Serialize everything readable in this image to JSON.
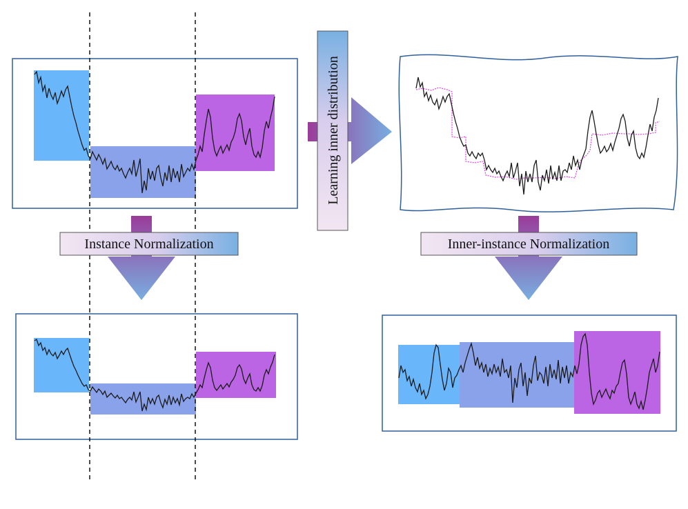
{
  "labels": {
    "instance_norm": "Instance Normalization",
    "learning_inner": "Learning inner distribution",
    "inner_instance_norm": "Inner-instance Normalization"
  },
  "colors": {
    "seg_blue": "#6ab6fb",
    "seg_periwinkle": "#8aa2ea",
    "seg_purple": "#bb64e4",
    "frame": "#2f5f9a",
    "signal": "#1a1a1a",
    "dist_line": "#e040e0",
    "arrow_start": "#9a3c9a",
    "arrow_end": "#78aee0",
    "label_start": "#efe0ef",
    "label_end": "#78b0e2"
  },
  "icons": {
    "down_arrow_left": "down-arrow-icon",
    "down_arrow_right": "down-arrow-icon",
    "right_arrow": "right-arrow-icon"
  }
}
